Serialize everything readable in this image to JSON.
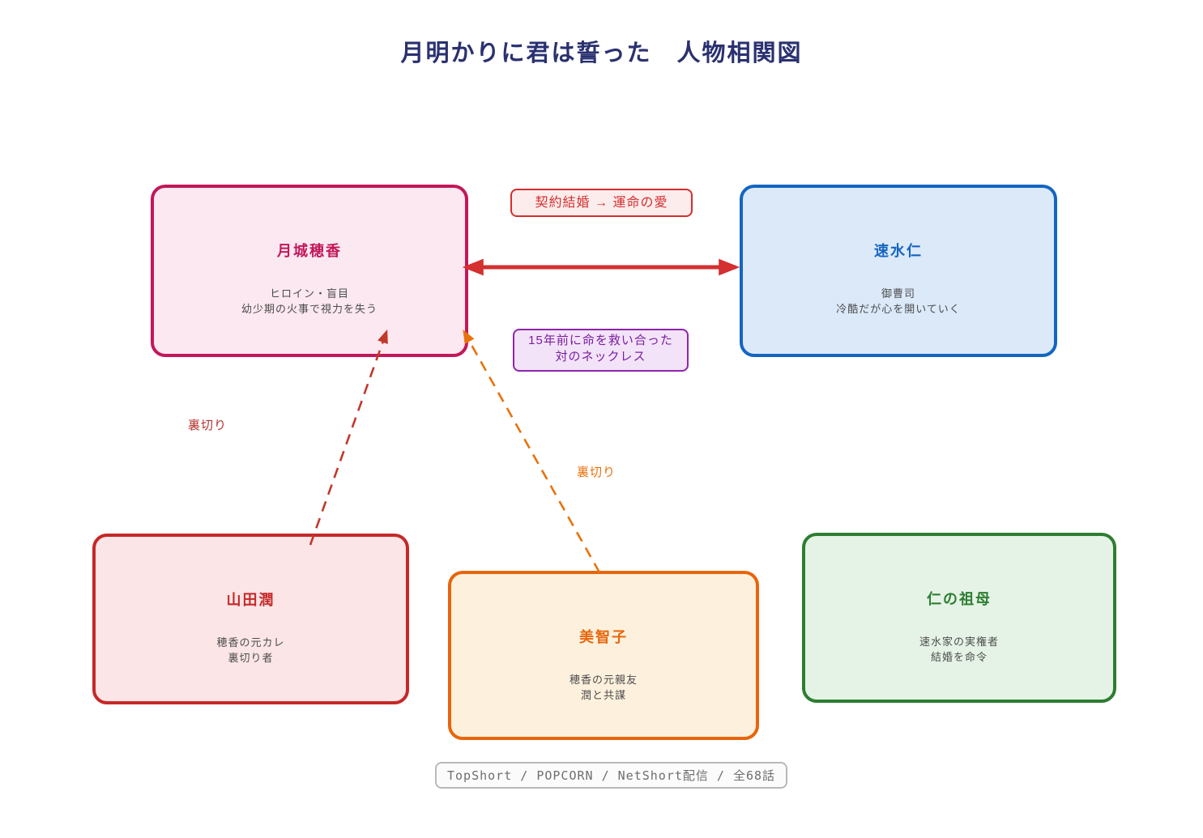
{
  "title": "月明かりに君は誓った　人物相関図",
  "characters": [
    {
      "name": "月城穂香",
      "desc": "ヒロイン・盲目\n幼少期の火事で視力を失う",
      "accent_color": "#c2185b",
      "fill_color": "#fce8f0"
    },
    {
      "name": "速水仁",
      "desc": "御曹司\n冷酷だが心を開いていく",
      "accent_color": "#1565c0",
      "fill_color": "#dbe9f9"
    },
    {
      "name": "山田潤",
      "desc": "穂香の元カレ\n裏切り者",
      "accent_color": "#c62828",
      "fill_color": "#fbe5e6"
    },
    {
      "name": "美智子",
      "desc": "穂香の元親友\n潤と共謀",
      "accent_color": "#e8650c",
      "fill_color": "#fdf1dd"
    },
    {
      "name": "仁の祖母",
      "desc": "速水家の実権者\n結婚を命令",
      "accent_color": "#2e7d32",
      "fill_color": "#e5f3e6"
    }
  ],
  "relationships": {
    "contract_marriage": {
      "label": "契約結婚 → 運命の愛",
      "color": "#d32f2f",
      "style": "solid-double-arrow"
    },
    "necklace": {
      "label": "15年前に命を救い合った\n対のネックレス",
      "color": "#7b1fa2",
      "style": "annotation"
    },
    "betrayal_jun": {
      "label": "裏切り",
      "color": "#b5312e",
      "style": "dashed-arrow"
    },
    "betrayal_michiko": {
      "label": "裏切り",
      "color": "#e8720c",
      "style": "dashed-arrow"
    }
  },
  "footer": {
    "label": "TopShort / POPCORN / NetShort配信 / 全68話"
  },
  "title_color": "#2a3170"
}
